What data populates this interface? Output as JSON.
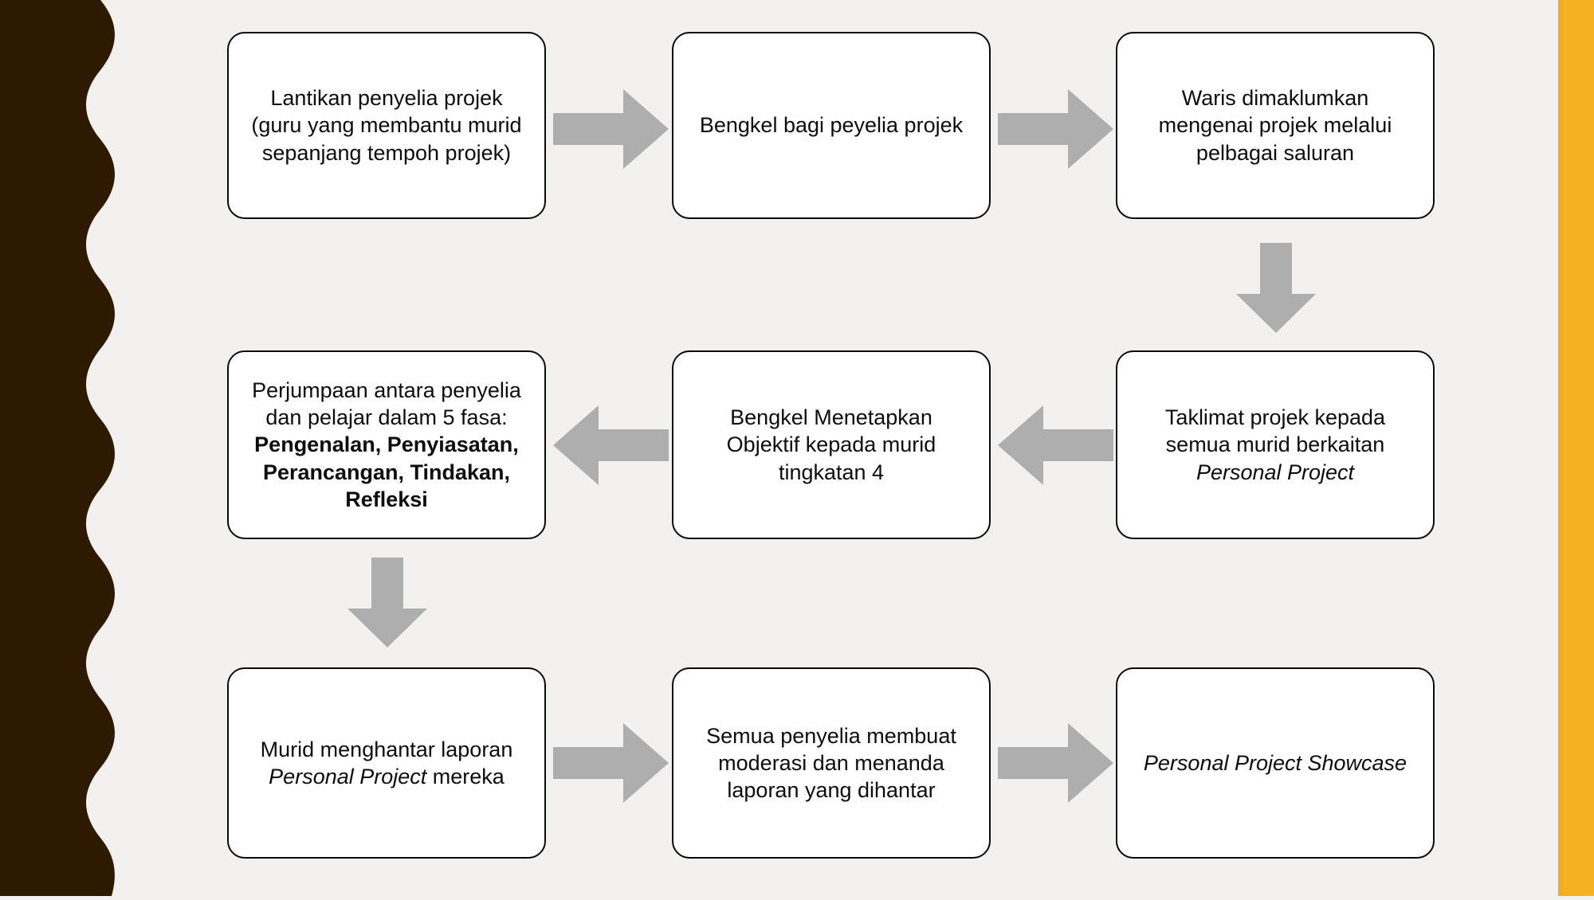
{
  "slide": {
    "background_color": "#f2f1ef",
    "left_band_color": "#2e1a00",
    "right_band_color": "#f4b223",
    "arrow_color": "#aeaeae",
    "node_border_color": "#0a0a0a",
    "node_fill_color": "#ffffff"
  },
  "nodes": [
    {
      "id": "n1",
      "lines": [
        {
          "text": "Lantikan penyelia projek",
          "style": "regular"
        },
        {
          "text": "(guru yang membantu murid",
          "style": "regular"
        },
        {
          "text": "sepanjang tempoh projek)",
          "style": "regular"
        }
      ]
    },
    {
      "id": "n2",
      "lines": [
        {
          "text": "Bengkel bagi peyelia projek",
          "style": "regular"
        }
      ]
    },
    {
      "id": "n3",
      "lines": [
        {
          "text": "Waris dimaklumkan",
          "style": "regular"
        },
        {
          "text": "mengenai projek melalui",
          "style": "regular"
        },
        {
          "text": "pelbagai saluran",
          "style": "regular"
        }
      ]
    },
    {
      "id": "n4",
      "lines": [
        {
          "text": "Taklimat projek kepada",
          "style": "regular"
        },
        {
          "text": "semua murid berkaitan",
          "style": "regular"
        },
        {
          "text": "Personal Project",
          "style": "italic"
        }
      ]
    },
    {
      "id": "n5",
      "lines": [
        {
          "text": "Bengkel Menetapkan",
          "style": "regular"
        },
        {
          "text": "Objektif kepada murid",
          "style": "regular"
        },
        {
          "text": "tingkatan 4",
          "style": "regular"
        }
      ]
    },
    {
      "id": "n6",
      "lines": [
        {
          "text": "Perjumpaan antara penyelia",
          "style": "regular"
        },
        {
          "text": "dan pelajar dalam 5 fasa:",
          "style": "regular"
        },
        {
          "text": "Pengenalan, Penyiasatan,",
          "style": "bold"
        },
        {
          "text": "Perancangan, Tindakan,",
          "style": "bold"
        },
        {
          "text": "Refleksi",
          "style": "bold"
        }
      ]
    },
    {
      "id": "n7",
      "lines": [
        {
          "text": "Murid menghantar laporan",
          "style": "regular"
        },
        {
          "text": "Personal Project mereka",
          "style": "mixed-italic-lead",
          "italic_part": "Personal Project",
          "plain_part": " mereka"
        }
      ]
    },
    {
      "id": "n8",
      "lines": [
        {
          "text": "Semua penyelia membuat",
          "style": "regular"
        },
        {
          "text": "moderasi dan menanda",
          "style": "regular"
        },
        {
          "text": "laporan yang dihantar",
          "style": "regular"
        }
      ]
    },
    {
      "id": "n9",
      "lines": [
        {
          "text": "Personal Project Showcase",
          "style": "italic"
        }
      ]
    }
  ],
  "arrows": [
    {
      "id": "a1",
      "direction": "right",
      "from": "n1",
      "to": "n2"
    },
    {
      "id": "a2",
      "direction": "right",
      "from": "n2",
      "to": "n3"
    },
    {
      "id": "a3",
      "direction": "down",
      "from": "n3",
      "to": "n4"
    },
    {
      "id": "a4",
      "direction": "left",
      "from": "n4",
      "to": "n5"
    },
    {
      "id": "a5",
      "direction": "left",
      "from": "n5",
      "to": "n6"
    },
    {
      "id": "a6",
      "direction": "down",
      "from": "n6",
      "to": "n7"
    },
    {
      "id": "a7",
      "direction": "right",
      "from": "n7",
      "to": "n8"
    },
    {
      "id": "a8",
      "direction": "right",
      "from": "n8",
      "to": "n9"
    }
  ]
}
